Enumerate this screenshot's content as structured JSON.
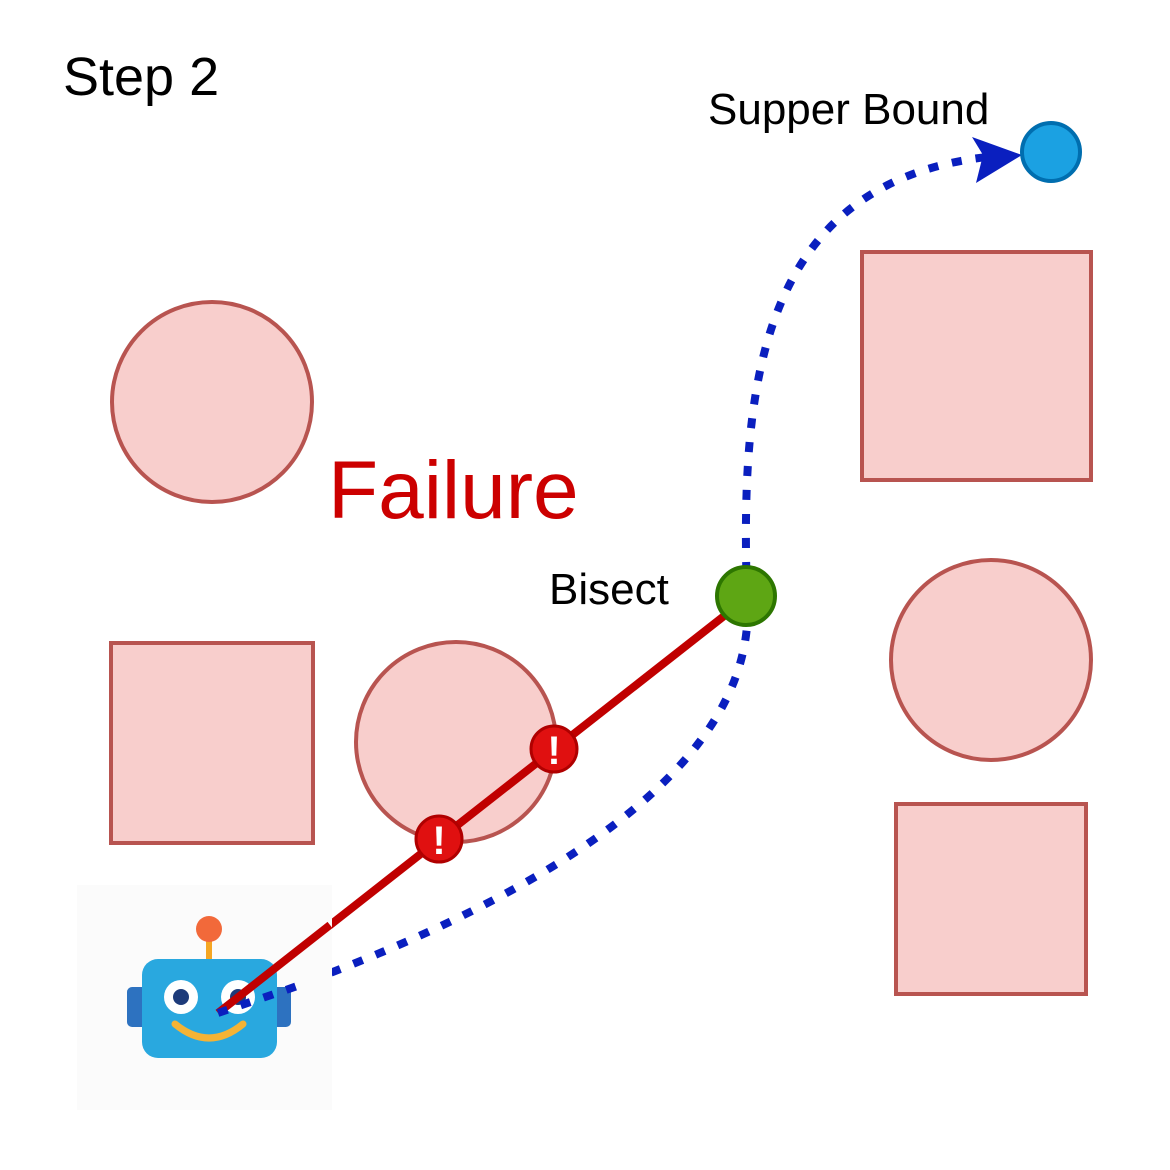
{
  "step_label": "Step 2",
  "failure_label": "Failure",
  "bisect_label": "Bisect",
  "upper_bound_label": "Supper Bound",
  "collision_marker_glyph": "!",
  "colors": {
    "obstacle_fill": "#f8cecc",
    "obstacle_stroke": "#b85450",
    "path_dotted": "#0a1fbf",
    "straight_segment": "#c00000",
    "failure_text": "#cc0000",
    "bisect_node": "#5ea614",
    "upper_bound_node": "#1ba1e2",
    "collision_marker": "#e01010",
    "robot_body": "#29a8df"
  },
  "icons": {
    "robot": "robot-icon",
    "collision": "warning-exclamation-icon"
  }
}
